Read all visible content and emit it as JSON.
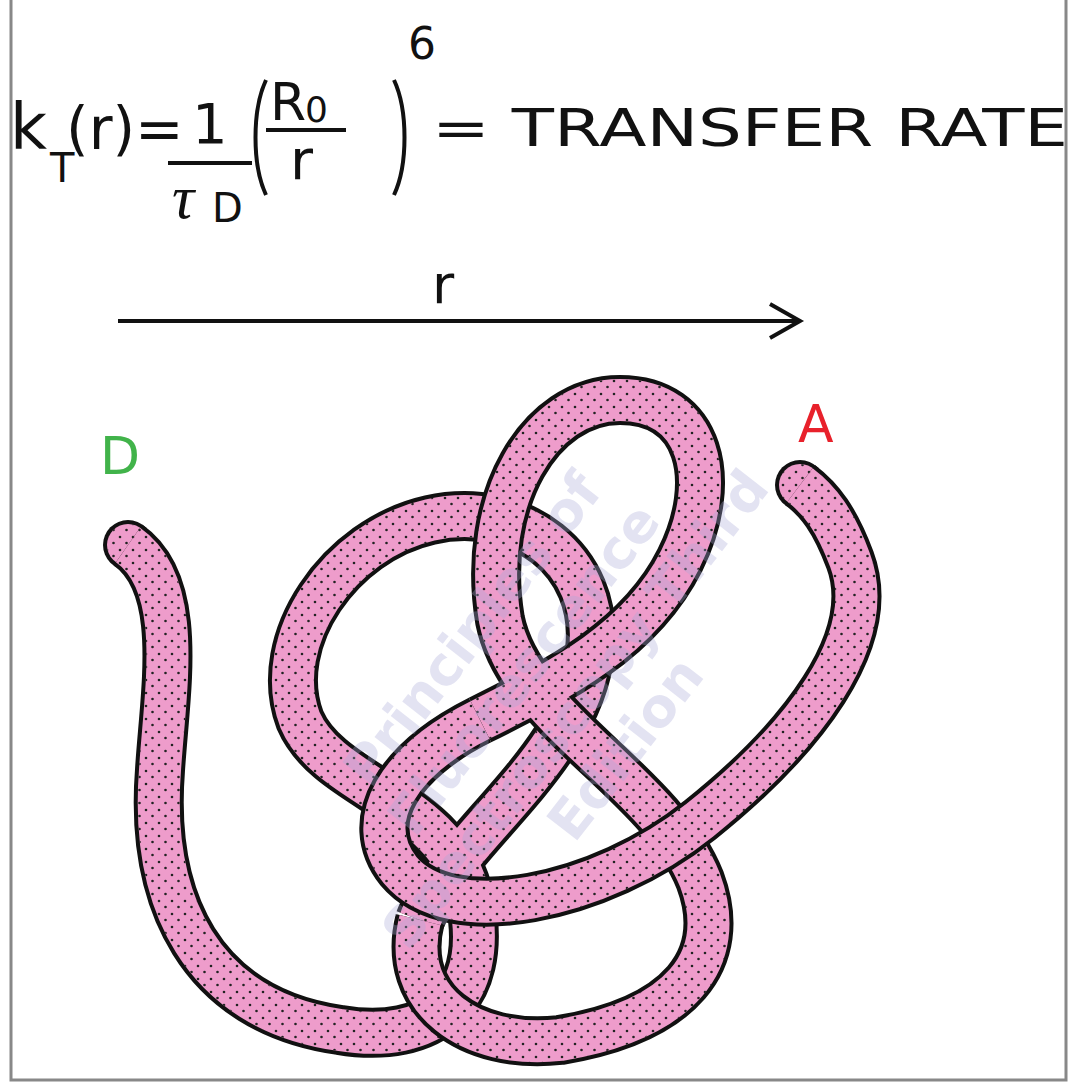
{
  "diagram": {
    "labels": [
      "k",
      "T",
      "(r)=",
      "1",
      "τ",
      "D",
      "R",
      "0",
      "r",
      "6",
      "= TRANSFER RATE",
      "r",
      "D",
      "A",
      "Principles of Fluorescence Spectroscopy Third Edition"
    ]
  }
}
